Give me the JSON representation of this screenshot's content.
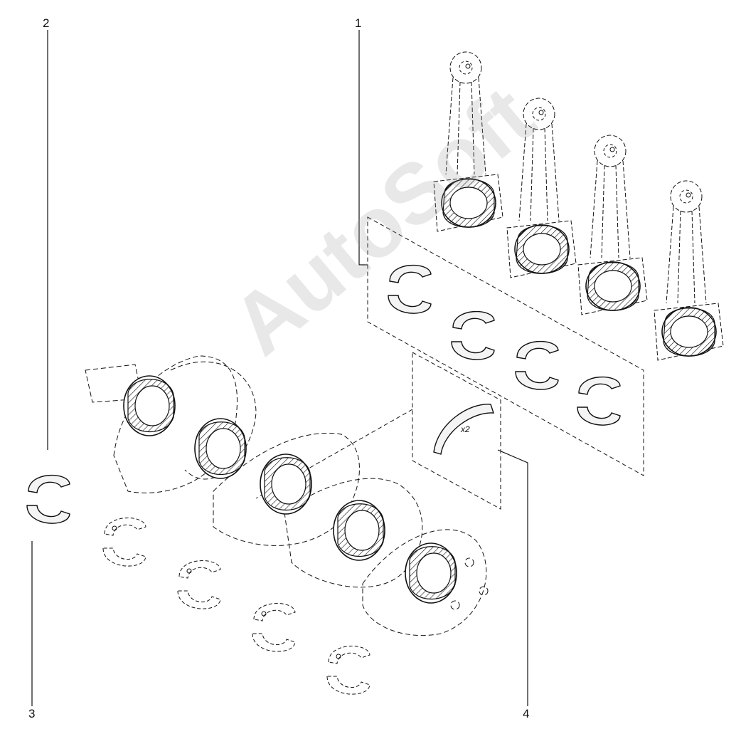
{
  "callouts": {
    "c1": "1",
    "c2": "2",
    "c3": "3",
    "c4": "4"
  },
  "quantity_note": "x2",
  "watermark": "AutoSoft",
  "colors": {
    "line": "#111111",
    "shell_fill": "#eaeaea"
  }
}
